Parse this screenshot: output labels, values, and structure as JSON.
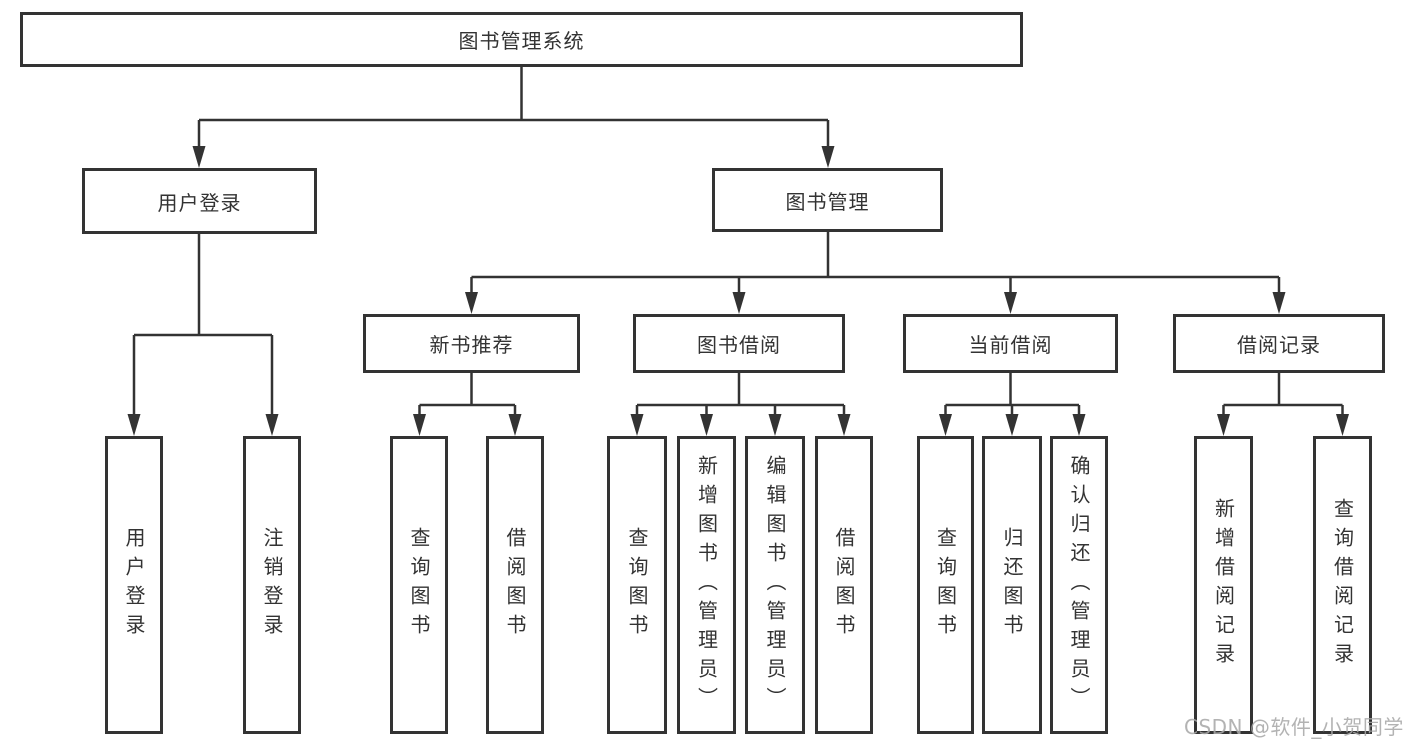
{
  "watermark": {
    "text": "CSDN @软件_小贺同学"
  },
  "tree": {
    "label": "图书管理系统",
    "children": [
      {
        "label": "用户登录",
        "children": [
          {
            "label": "用户登录"
          },
          {
            "label": "注销登录"
          }
        ]
      },
      {
        "label": "图书管理",
        "children": [
          {
            "label": "新书推荐",
            "children": [
              {
                "label": "查询图书"
              },
              {
                "label": "借阅图书"
              }
            ]
          },
          {
            "label": "图书借阅",
            "children": [
              {
                "label": "查询图书"
              },
              {
                "label": "新增图书（管理员）"
              },
              {
                "label": "编辑图书（管理员）"
              },
              {
                "label": "借阅图书"
              }
            ]
          },
          {
            "label": "当前借阅",
            "children": [
              {
                "label": "查询图书"
              },
              {
                "label": "归还图书"
              },
              {
                "label": "确认归还（管理员）"
              }
            ]
          },
          {
            "label": "借阅记录",
            "children": [
              {
                "label": "新增借阅记录"
              },
              {
                "label": "查询借阅记录"
              }
            ]
          }
        ]
      }
    ]
  },
  "colors": {
    "line": "#333333",
    "box_fill": "#ffffff",
    "text": "#333333",
    "watermark": "#a8a8a8"
  }
}
